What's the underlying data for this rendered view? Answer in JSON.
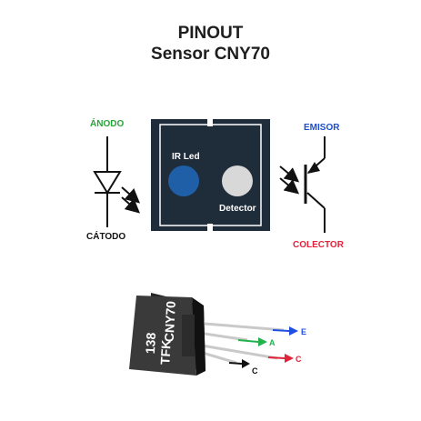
{
  "title": {
    "line1": "PINOUT",
    "line2": "Sensor CNY70"
  },
  "emitter": {
    "anode_label": "ÁNODO",
    "cathode_label": "CÁTODO"
  },
  "sensor_module": {
    "ir_led_label": "IR Led",
    "detector_label": "Detector"
  },
  "transistor": {
    "emitter_label": "EMISOR",
    "collector_label": "COLECTOR"
  },
  "component": {
    "marking_line1": "138",
    "marking_line2": "TFK",
    "marking_line3": "CNY70",
    "pin_labels": [
      "E",
      "A",
      "C",
      "C"
    ]
  },
  "colors": {
    "anode": "#2aa33c",
    "emitter": "#1b4fd0",
    "collector": "#e2233b",
    "module_body": "#1f2d3a",
    "ir_led": "#1f5fa8",
    "detector": "#d8d8d8",
    "pin_e": "#1f4fe0",
    "pin_a": "#22b24c",
    "pin_c_red": "#e0243a",
    "pin_c_black": "#111111"
  }
}
